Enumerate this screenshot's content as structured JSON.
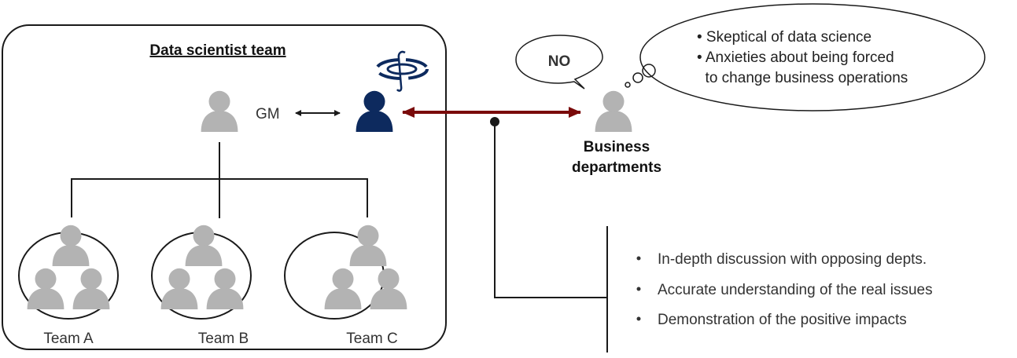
{
  "diagram": {
    "title": "Data scientist team",
    "gm_label": "GM",
    "teams": [
      {
        "label": "Team A"
      },
      {
        "label": "Team B"
      },
      {
        "label": "Team C"
      }
    ],
    "business": {
      "line1": "Business",
      "line2": "departments"
    },
    "speech_bubble": "NO",
    "thought_bubble": {
      "items": [
        "• Skeptical of data science",
        "• Anxieties about being forced",
        "  to change business operations"
      ]
    },
    "actions": {
      "items": [
        "In-depth discussion with opposing depts.",
        "Accurate understanding of the real issues",
        "Demonstration of the positive impacts"
      ]
    },
    "colors": {
      "gray_person": "#b3b3b3",
      "navy_person": "#0d2a5e",
      "red_arrow": "#7a0a0a",
      "line": "#1a1a1a"
    }
  }
}
